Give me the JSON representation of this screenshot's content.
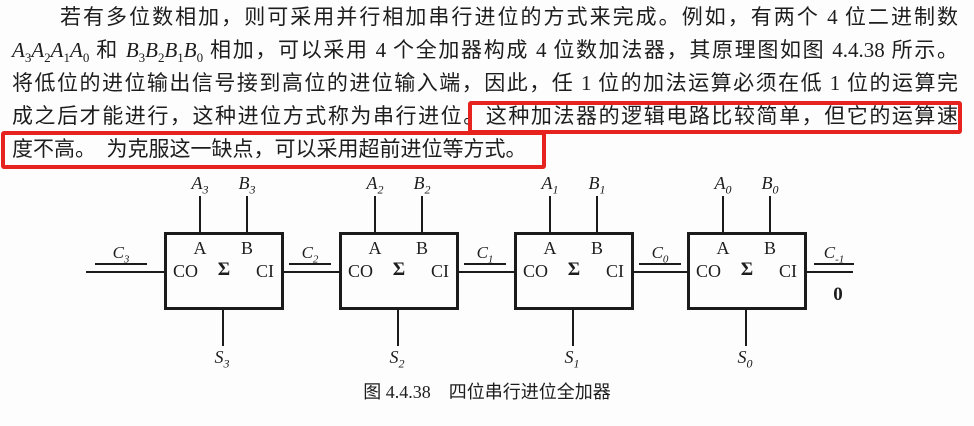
{
  "page": {
    "background_color": "#fdfdfd",
    "text_color": "#1d1d1d",
    "highlight_color": "#e6231e"
  },
  "paragraph": {
    "line1": "若有多位数相加，则可采用并行相加串行进位的方式来完成。例如，有两个 4 位二进制数",
    "line2_html": "<i>A</i><sub>3</sub><i>A</i><sub>2</sub><i>A</i><sub>1</sub><i>A</i><sub>0</sub> 和 <i>B</i><sub>3</sub><i>B</i><sub>2</sub><i>B</i><sub>1</sub><i>B</i><sub>0</sub> 相加，可以采用 4 个全加器构成 4 位数加法器，其原理图如图 4.4.38 所示。",
    "line3": "将低位的进位输出信号接到高位的进位输入端，因此，任 1 位的加法运算必须在低 1 位的运算完",
    "line4": "成之后才能进行，这种进位方式称为串行进位。这种加法器的逻辑电路比较简单，但它的运算速",
    "line5": "度不高。　为克服这一缺点，可以采用超前进位等方式。"
  },
  "diagram": {
    "ports": {
      "a": "A",
      "b": "B",
      "carry_out": "CO",
      "sum": "Σ",
      "carry_in": "CI"
    },
    "adders": [
      {
        "a": {
          "base": "A",
          "sub": "3"
        },
        "b": {
          "base": "B",
          "sub": "3"
        },
        "s": {
          "base": "S",
          "sub": "3"
        }
      },
      {
        "a": {
          "base": "A",
          "sub": "2"
        },
        "b": {
          "base": "B",
          "sub": "2"
        },
        "s": {
          "base": "S",
          "sub": "2"
        }
      },
      {
        "a": {
          "base": "A",
          "sub": "1"
        },
        "b": {
          "base": "B",
          "sub": "1"
        },
        "s": {
          "base": "S",
          "sub": "1"
        }
      },
      {
        "a": {
          "base": "A",
          "sub": "0"
        },
        "b": {
          "base": "B",
          "sub": "0"
        },
        "s": {
          "base": "S",
          "sub": "0"
        }
      }
    ],
    "carries": [
      {
        "base": "C",
        "sub": "3"
      },
      {
        "base": "C",
        "sub": "2"
      },
      {
        "base": "C",
        "sub": "1"
      },
      {
        "base": "C",
        "sub": "0"
      },
      {
        "base": "C",
        "sub": "-1"
      }
    ],
    "initial_carry_value": "0"
  },
  "caption": {
    "figure_number": "图 4.4.38",
    "title": "四位串行进位全加器"
  }
}
